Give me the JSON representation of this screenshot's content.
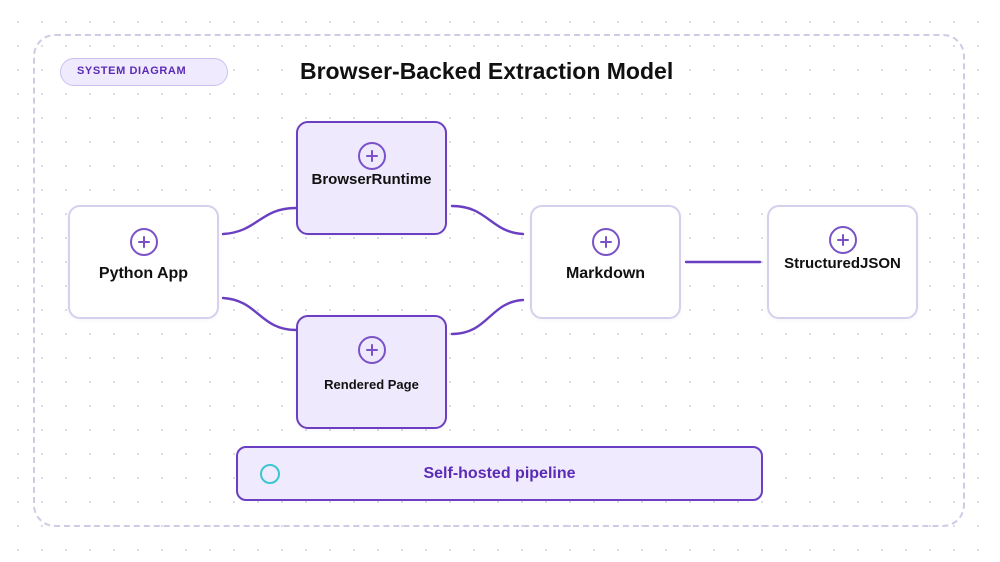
{
  "diagram": {
    "badge": "SYSTEM DIAGRAM",
    "title": "Browser-Backed Extraction Model",
    "nodes": {
      "python_app": {
        "label": "Python App",
        "icon": "plus-circle-icon"
      },
      "browser_runtime": {
        "label": "BrowserRuntime",
        "icon": "plus-circle-icon"
      },
      "rendered_page": {
        "label": "Rendered Page",
        "icon": "plus-circle-icon"
      },
      "markdown": {
        "label": "Markdown",
        "icon": "plus-circle-icon"
      },
      "structured_json": {
        "label": "StructuredJSON",
        "icon": "plus-circle-icon"
      }
    },
    "edges": [
      {
        "from": "Python App",
        "to": "BrowserRuntime"
      },
      {
        "from": "Python App",
        "to": "Rendered Page"
      },
      {
        "from": "BrowserRuntime",
        "to": "Markdown"
      },
      {
        "from": "Rendered Page",
        "to": "Markdown"
      },
      {
        "from": "Markdown",
        "to": "StructuredJSON"
      }
    ],
    "footer": {
      "label": "Self-hosted pipeline",
      "icon": "circle-icon"
    }
  },
  "colors": {
    "accent": "#6a3fc1",
    "highlight_fill": "#eee9fd",
    "node_border": "#d6d0ee",
    "ring": "#3cc6d0",
    "badge_text": "#5b2bb5"
  }
}
